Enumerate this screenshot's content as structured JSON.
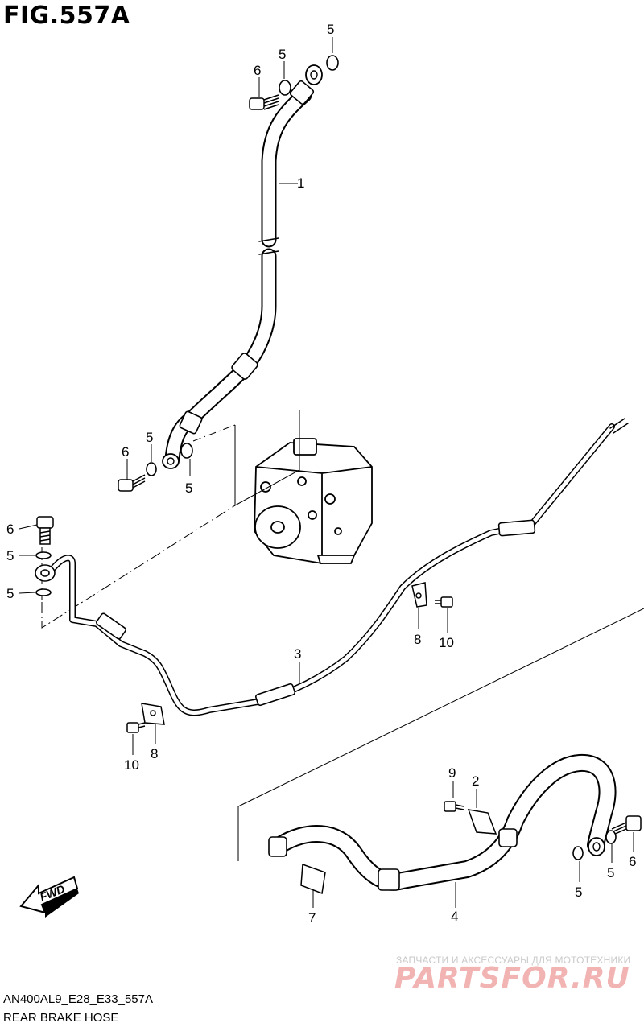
{
  "figure": {
    "title": "FIG.557A"
  },
  "footer": {
    "code": "AN400AL9_E28_E33_557A",
    "description": "REAR BRAKE HOSE"
  },
  "watermark": {
    "tagline": "ЗАПЧАСТИ И АКСЕССУАРЫ ДЛЯ МОТОТЕХНИКИ",
    "logo": "PARTSFOR.RU",
    "color": "#f2b3b3"
  },
  "fwd_badge": {
    "label": "FWD"
  },
  "callouts": [
    "5",
    "5",
    "6",
    "1",
    "6",
    "5",
    "5",
    "6",
    "5",
    "5",
    "3",
    "8",
    "10",
    "10",
    "8",
    "9",
    "2",
    "6",
    "5",
    "5",
    "7",
    "4"
  ]
}
